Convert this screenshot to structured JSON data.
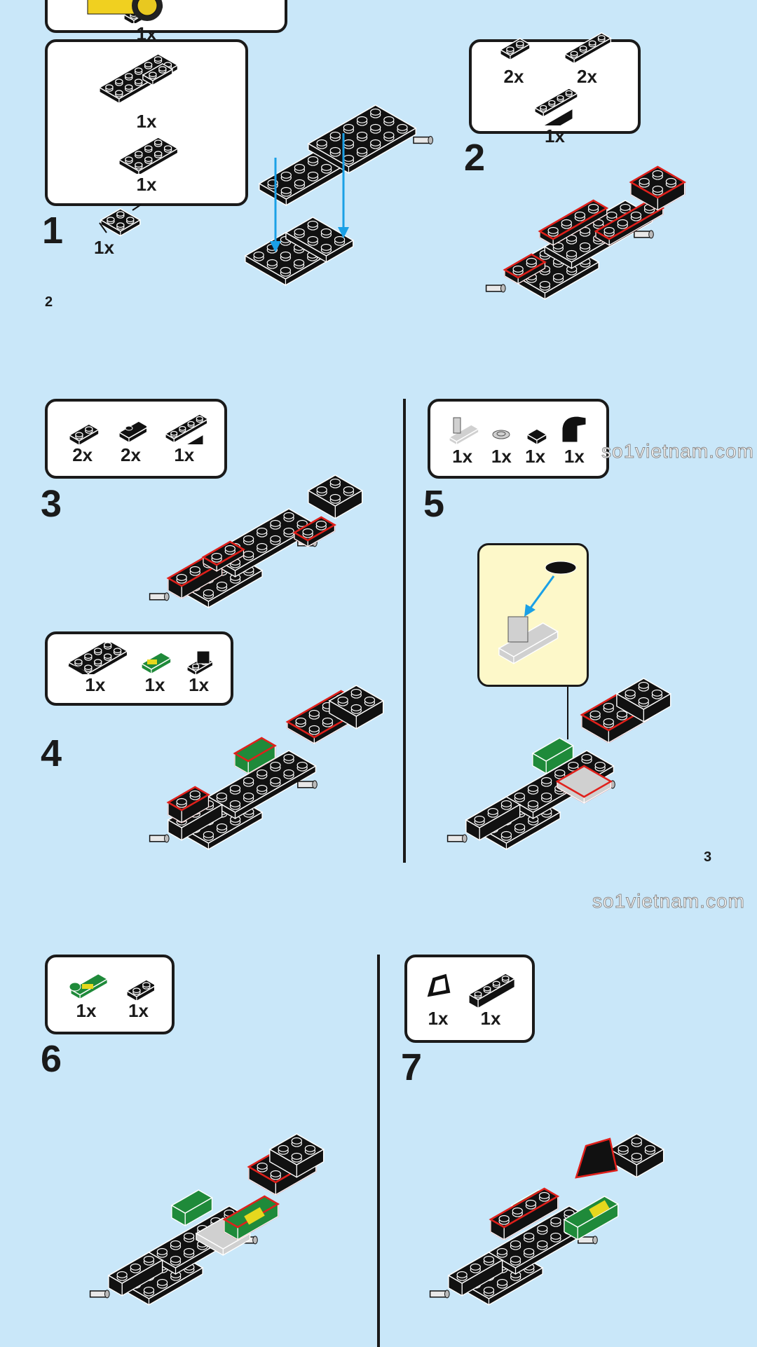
{
  "colors": {
    "background": "#c9e7f9",
    "brick": "#111111",
    "new_outline": "#e0201b",
    "green": "#1f8a3a",
    "gray": "#d0d0d0",
    "arrow": "#1aa0e6",
    "callout": "#fdf8c9"
  },
  "steps": [
    {
      "number": "1",
      "parts": [
        {
          "icon": "plate-1x3-clips",
          "qty": "1x"
        },
        {
          "icon": "plate-2x6-wedge",
          "qty": "1x"
        },
        {
          "icon": "plate-2x4",
          "qty": "1x"
        },
        {
          "icon": "plate-2x2-wheel-holder",
          "qty": "1x"
        }
      ]
    },
    {
      "number": "2",
      "parts": [
        {
          "icon": "plate-1x2",
          "qty": "2x"
        },
        {
          "icon": "plate-1x4",
          "qty": "2x"
        },
        {
          "icon": "bracket-1x4",
          "qty": "1x"
        }
      ]
    },
    {
      "number": "3",
      "parts": [
        {
          "icon": "plate-1x2",
          "qty": "2x"
        },
        {
          "icon": "jumper-1x2",
          "qty": "2x"
        },
        {
          "icon": "bracket-1x4",
          "qty": "1x"
        }
      ]
    },
    {
      "number": "4",
      "parts": [
        {
          "icon": "plate-2x4-arch",
          "qty": "1x"
        },
        {
          "icon": "green-tile-177",
          "qty": "1x"
        },
        {
          "icon": "bracket-2x2",
          "qty": "1x"
        }
      ]
    },
    {
      "number": "5",
      "parts": [
        {
          "icon": "gray-bracket-bar",
          "qty": "1x"
        },
        {
          "icon": "round-tile-steering",
          "qty": "1x"
        },
        {
          "icon": "tile-1x1",
          "qty": "1x"
        },
        {
          "icon": "curved-slope",
          "qty": "1x"
        }
      ]
    },
    {
      "number": "6",
      "parts": [
        {
          "icon": "green-curved-177",
          "qty": "1x"
        },
        {
          "icon": "plate-1x2",
          "qty": "1x"
        }
      ]
    },
    {
      "number": "7",
      "parts": [
        {
          "icon": "windscreen",
          "qty": "1x"
        },
        {
          "icon": "brick-1x4",
          "qty": "1x"
        }
      ]
    }
  ],
  "page_numbers": {
    "left": "2",
    "right": "3"
  },
  "watermark": "so1vietnam.com"
}
